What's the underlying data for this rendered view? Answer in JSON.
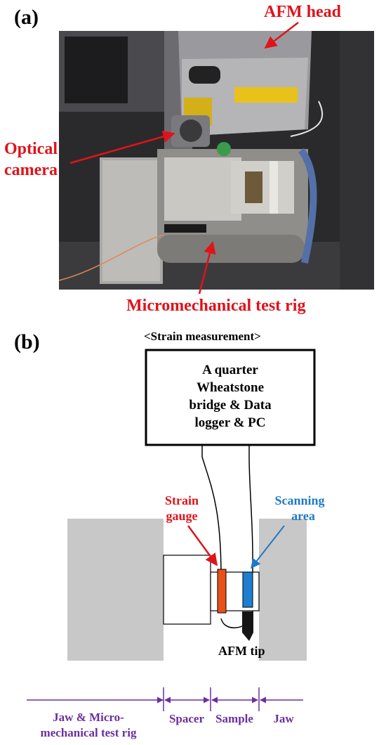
{
  "panel_a": {
    "label": "(a)",
    "annotations": {
      "afm_head": "AFM head",
      "optical_camera_line1": "Optical",
      "optical_camera_line2": "camera",
      "test_rig": "Micromechanical test rig"
    }
  },
  "panel_b": {
    "label": "(b)",
    "strain_measurement": "<Strain measurement>",
    "box_lines": [
      "A quarter",
      "Wheatstone",
      "bridge & Data",
      "logger & PC"
    ],
    "strain_gauge_line1": "Strain",
    "strain_gauge_line2": "gauge",
    "scanning_line1": "Scanning",
    "scanning_line2": "area",
    "afm_tip": "AFM tip",
    "dim_jaw_micro_line1": "Jaw & Micro-",
    "dim_jaw_micro_line2": "mechanical test rig",
    "dim_spacer": "Spacer",
    "dim_sample": "Sample",
    "dim_jaw": "Jaw"
  },
  "colors": {
    "red_label": "#e0131a",
    "blue_label": "#1f78c8",
    "purple_dimension": "#6a2fa0",
    "strain_gauge_fill": "#e8501a",
    "scanning_area_fill": "#1e7fd0",
    "jaw_fill": "#c8c8c8"
  }
}
